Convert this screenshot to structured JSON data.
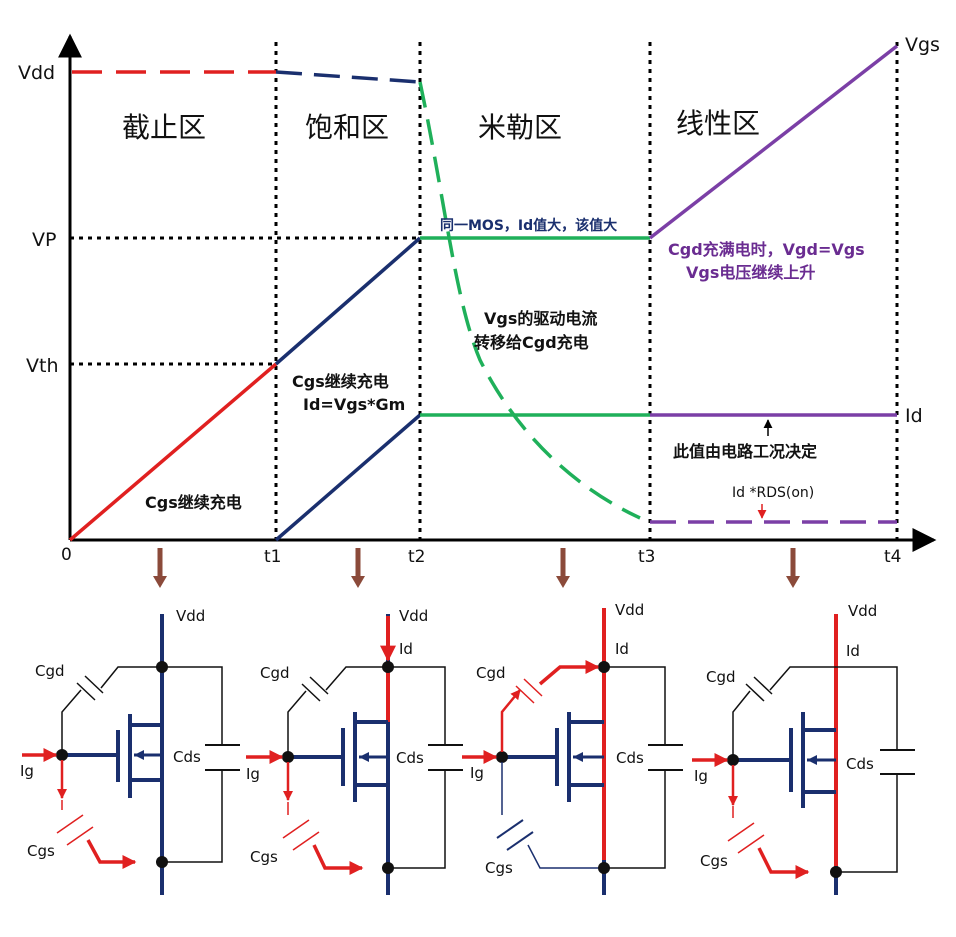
{
  "graph": {
    "y_labels": {
      "vdd": "Vdd",
      "vp": "VP",
      "vth": "Vth"
    },
    "x_labels": {
      "origin": "0",
      "t1": "t1",
      "t2": "t2",
      "t3": "t3",
      "t4": "t4"
    },
    "regions": [
      "截止区",
      "饱和区",
      "米勒区",
      "线性区"
    ],
    "curve_labels": {
      "vgs": "Vgs",
      "id": "Id"
    },
    "annotations": {
      "cgs_charge_1": "Cgs继续充电",
      "cgs_charge_2": "Cgs继续充电",
      "id_formula": "Id=Vgs*Gm",
      "same_mos": "同一MOS，Id值大，该值大",
      "vgs_drive_1": "Vgs的驱动电流",
      "vgs_drive_2": "转移给Cgd充电",
      "cgd_full_1": "Cgd充满电时，Vgd=Vgs",
      "cgd_full_2": "Vgs电压继续上升",
      "id_decided": "此值由电路工况决定",
      "rds_on": "Id *RDS(on)"
    },
    "colors": {
      "vgs_cutoff": "#e02020",
      "vgs_sat": "#1a2f6e",
      "miller": "#1fb05a",
      "linear": "#7b3fa6",
      "vds": "#1fb05a"
    }
  },
  "circuits": [
    {
      "vdd": "Vdd",
      "cgd": "Cgd",
      "cgs": "Cgs",
      "cds": "Cds",
      "ig": "Ig",
      "id": ""
    },
    {
      "vdd": "Vdd",
      "cgd": "Cgd",
      "cgs": "Cgs",
      "cds": "Cds",
      "ig": "Ig",
      "id": "Id"
    },
    {
      "vdd": "Vdd",
      "cgd": "Cgd",
      "cgs": "Cgs",
      "cds": "Cds",
      "ig": "Ig",
      "id": "Id"
    },
    {
      "vdd": "Vdd",
      "cgd": "Cgd",
      "cgs": "Cgs",
      "cds": "Cds",
      "ig": "Ig",
      "id": "Id"
    }
  ]
}
